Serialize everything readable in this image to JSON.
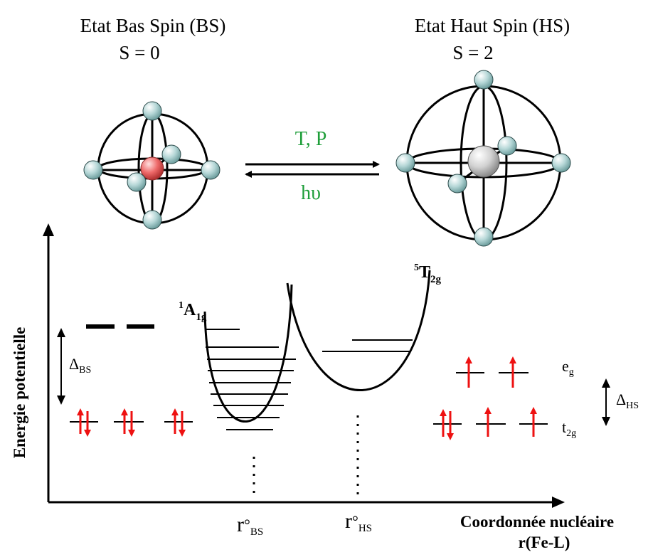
{
  "states": {
    "low_spin": {
      "title": "Etat Bas Spin (BS)",
      "spin": "S = 0"
    },
    "high_spin": {
      "title": "Etat Haut Spin (HS)",
      "spin": "S = 2"
    }
  },
  "transition": {
    "forward_label": "T, P",
    "reverse_label": "hυ"
  },
  "axes": {
    "y_label": "Energie potentielle",
    "x_label_line1": "Coordonnée nucléaire",
    "x_label_line2": "r(Fe-L)"
  },
  "wells": {
    "left_term": "A",
    "left_term_pre": "1",
    "left_term_sub": "1g",
    "right_term": "T",
    "right_term_pre": "5",
    "right_term_sub": "2g"
  },
  "radii": {
    "r_bs": "r",
    "r_bs_sup": "°",
    "r_bs_sub": "BS",
    "r_hs": "r",
    "r_hs_sup": "°",
    "r_hs_sub": "HS"
  },
  "splitting": {
    "delta_bs": "Δ",
    "delta_bs_sub": "BS",
    "delta_hs": "Δ",
    "delta_hs_sub": "HS",
    "eg": "e",
    "eg_sub": "g",
    "t2g": "t",
    "t2g_sub": "2g"
  },
  "colors": {
    "metal_low_spin": "#e85a5a",
    "metal_high_spin": "#c8c8c8",
    "ligand": "#9fc8c8",
    "electron_arrow": "#ee1111",
    "transition_text": "#1f9e3a"
  }
}
